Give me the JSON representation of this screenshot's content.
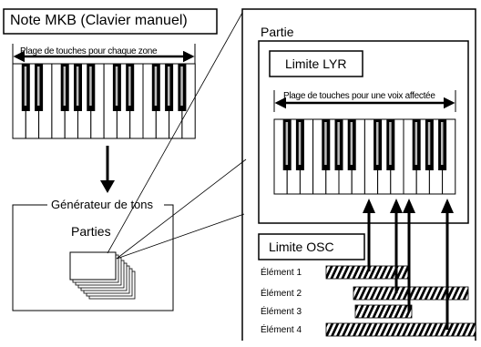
{
  "note_mkb": {
    "title": "Note MKB (Clavier manuel)",
    "range_label": "Plage de touches pour chaque zone"
  },
  "tone_generator": {
    "title": "Générateur de tons",
    "parts_label": "Parties"
  },
  "partie": {
    "title": "Partie",
    "limite_lyr": {
      "title": "Limite LYR",
      "range_label": "Plage de touches pour une voix affectée"
    },
    "limite_osc": {
      "title": "Limite OSC"
    },
    "elements": [
      {
        "label": "Élément 1"
      },
      {
        "label": "Élément 2"
      },
      {
        "label": "Élément 3"
      },
      {
        "label": "Élément 4"
      }
    ]
  }
}
